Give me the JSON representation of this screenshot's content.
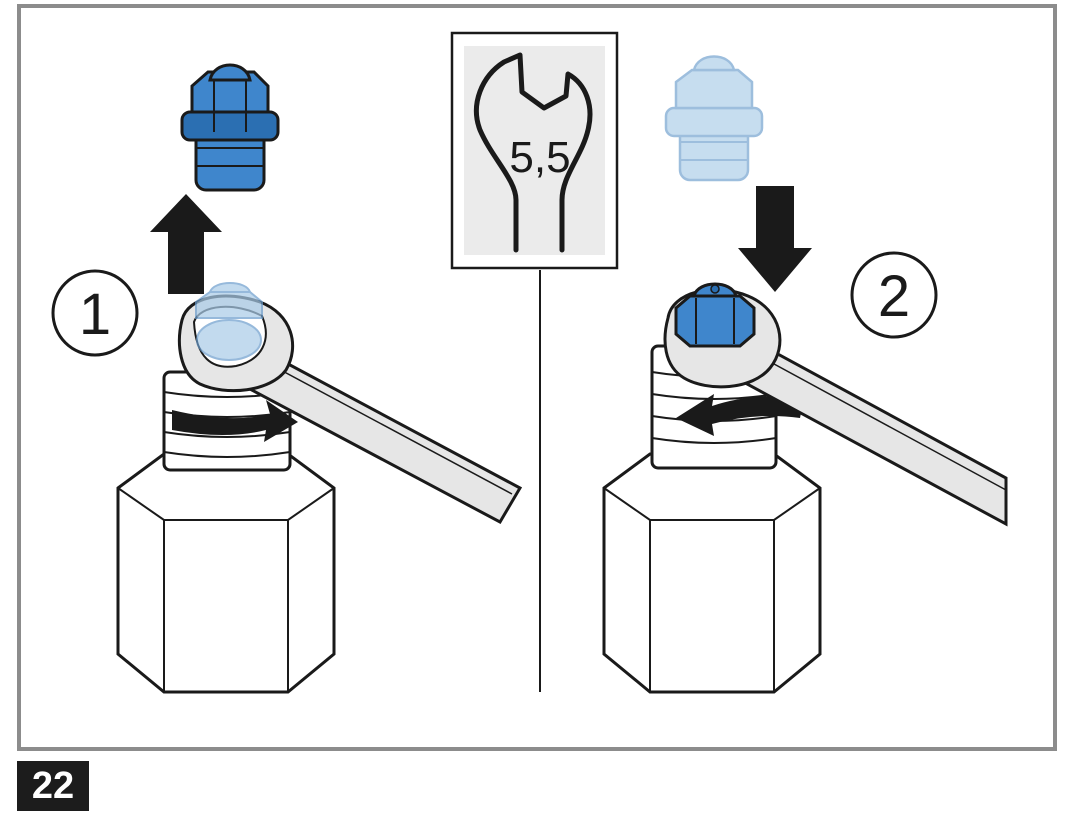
{
  "figure": {
    "number": "22",
    "tool_size": "5,5",
    "steps": [
      {
        "label": "1"
      },
      {
        "label": "2"
      }
    ]
  },
  "colors": {
    "frame": "#8c8c8c",
    "outline": "#1a1a1a",
    "plug_blue": "#3f86cc",
    "plug_blue_dark": "#2b6fb2",
    "plug_ghost": "#a9cbe8",
    "wrench_fill": "#e6e6e6",
    "tool_box_bg": "#ebebeb",
    "badge_bg": "#1c1c1c"
  },
  "icons": [
    "wrench-icon",
    "arrow-up-icon",
    "arrow-down-icon",
    "arrow-right-icon",
    "arrow-left-icon"
  ]
}
